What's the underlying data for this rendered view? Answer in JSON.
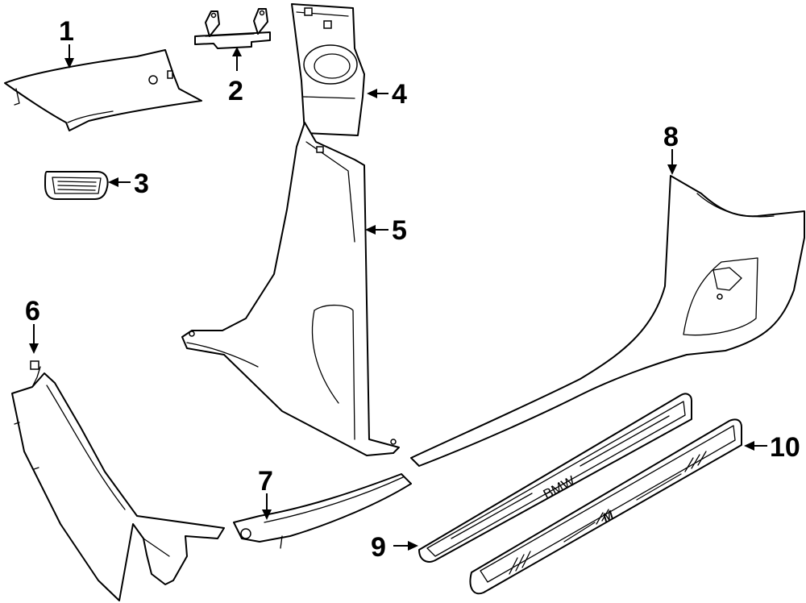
{
  "diagram": {
    "callouts": [
      {
        "id": "1",
        "label": "1"
      },
      {
        "id": "2",
        "label": "2"
      },
      {
        "id": "3",
        "label": "3"
      },
      {
        "id": "4",
        "label": "4"
      },
      {
        "id": "5",
        "label": "5"
      },
      {
        "id": "6",
        "label": "6"
      },
      {
        "id": "7",
        "label": "7"
      },
      {
        "id": "8",
        "label": "8"
      },
      {
        "id": "9",
        "label": "9"
      },
      {
        "id": "10",
        "label": "10"
      }
    ],
    "sill_logo": "BMW",
    "sport_logo": "M"
  }
}
